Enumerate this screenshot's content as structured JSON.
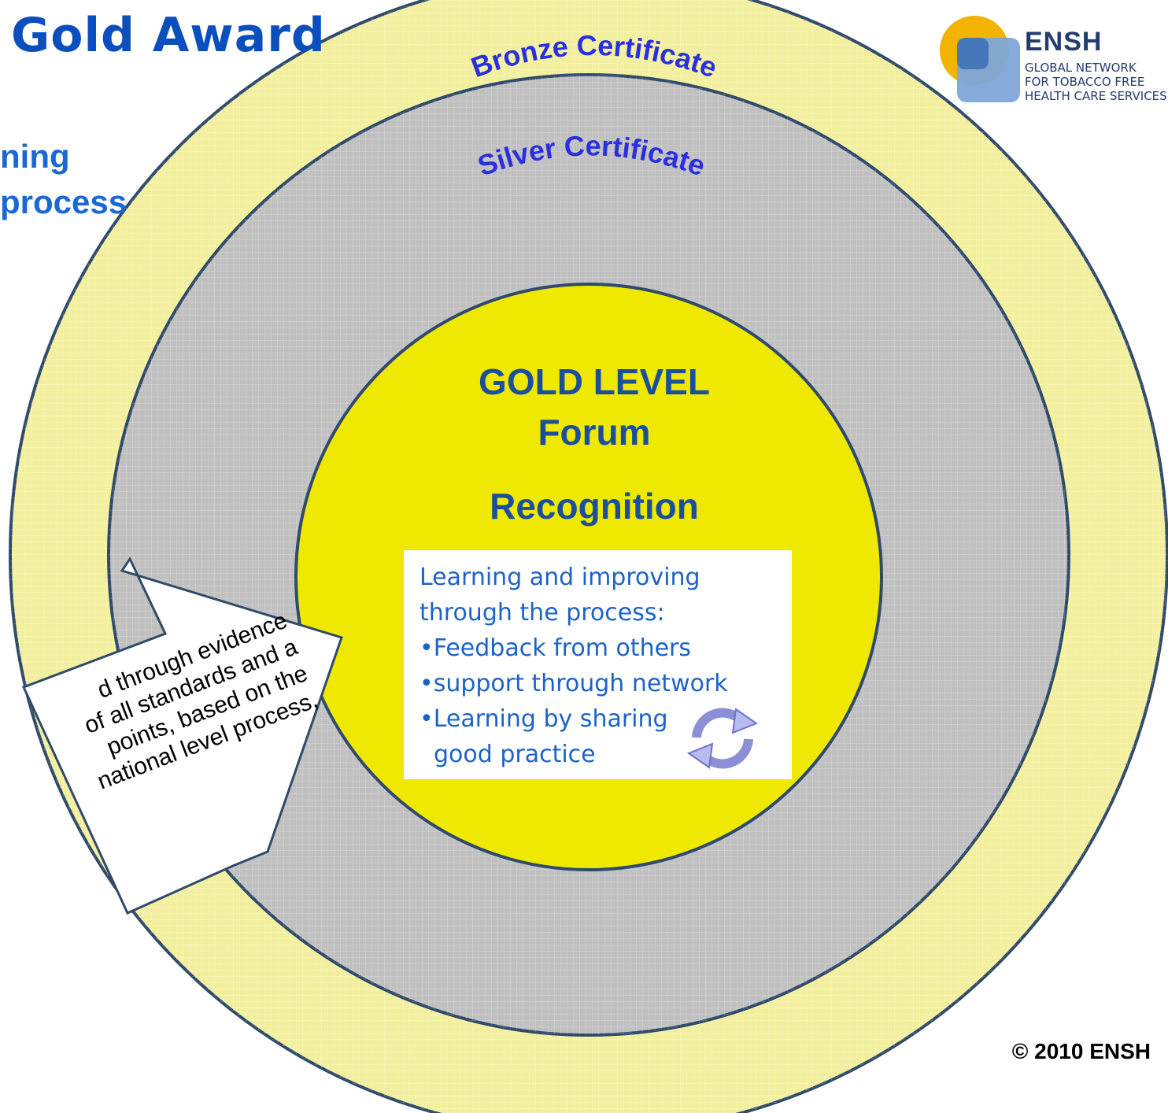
{
  "title": "Gold Award",
  "subtitle": [
    "ning",
    "process"
  ],
  "logo": {
    "name": "ENSH",
    "tagline": [
      "GLOBAL NETWORK",
      "FOR TOBACCO FREE",
      "HEALTH CARE SERVICES"
    ]
  },
  "rings": {
    "outer_label": "Bronze Certificate",
    "middle_label": "Silver Certificate"
  },
  "center": {
    "heading_1": "GOLD LEVEL",
    "heading_2": "Forum",
    "heading_3": "Recognition",
    "box_intro": [
      "Learning and improving",
      "through the process:"
    ],
    "bullet_char": "•",
    "bullets": [
      "Feedback from others",
      "support through network",
      "Learning by sharing"
    ],
    "bullet_continuation": "good practice"
  },
  "arrow_text": [
    "d through evidence",
    "of all standards and a",
    "points, based on the",
    "national level process,"
  ],
  "copyright": "© 2010 ENSH",
  "colors": {
    "outer_ring": "#f2f09e",
    "middle_ring": "#c0c0c0",
    "center": "#efe800",
    "ring_stroke": "#2f4a6b",
    "title_blue": "#0b4fbf",
    "ring_label": "#2a2fe0"
  },
  "icons": [
    "cycle-arrows-icon",
    "ensh-logo-icon"
  ]
}
